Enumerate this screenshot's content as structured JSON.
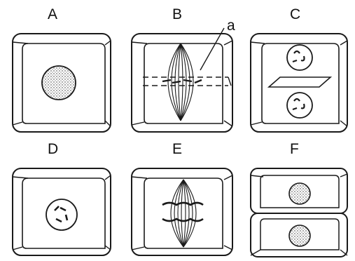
{
  "labels": {
    "A": "A",
    "B": "B",
    "C": "C",
    "D": "D",
    "E": "E",
    "F": "F",
    "a": "a"
  },
  "colors": {
    "ink": "#1a1a1a",
    "paper": "#ffffff"
  }
}
